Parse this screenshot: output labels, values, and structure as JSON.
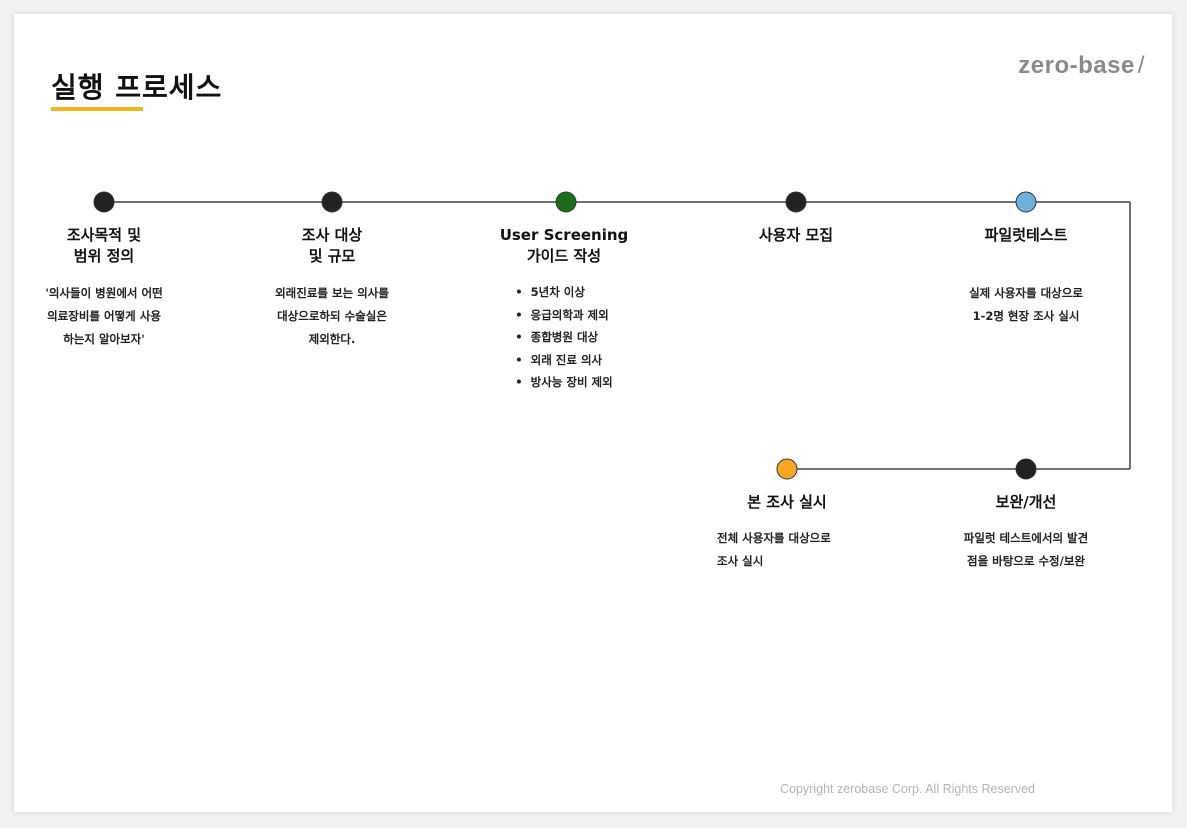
{
  "title": "실행 프로세스",
  "brand": {
    "name": "zero-base",
    "slash": "/"
  },
  "colors": {
    "accent_underline": "#f0b41e",
    "line": "#444444",
    "node_default": "#222222",
    "node_screening": "#1e6b1e",
    "node_pilot": "#6eb0dc",
    "node_main": "#f5a623"
  },
  "steps": [
    {
      "title": "조사목적 및\n범위 정의",
      "desc": "'의사들이 병원에서 어떤\n의료장비를 어떻게 사용\n하는지 알아보자'",
      "node": "dark"
    },
    {
      "title": "조사 대상\n및 규모",
      "desc": "외래진료를 보는 의사를\n대상으로하되 수술실은\n제외한다.",
      "node": "dark"
    },
    {
      "title": "User Screening\n가이드 작성",
      "bullets": [
        "5년차 이상",
        "응급의학과 제외",
        "종합병원 대상",
        "외래 진료 의사",
        "방사능 장비 제외"
      ],
      "node": "green"
    },
    {
      "title": "사용자 모집",
      "node": "dark"
    },
    {
      "title": "파일럿테스트",
      "desc": "실제 사용자를 대상으로\n1-2명 현장 조사 실시",
      "node": "light-blue"
    },
    {
      "title": "보완/개선",
      "desc": "파일럿 테스트에서의 발견\n점을 바탕으로 수정/보완",
      "node": "dark"
    },
    {
      "title": "본 조사 실시",
      "desc": "전체 사용자를 대상으로\n조사 실시",
      "node": "orange"
    }
  ],
  "copyright": "Copyright zerobase Corp. All Rights Reserved"
}
